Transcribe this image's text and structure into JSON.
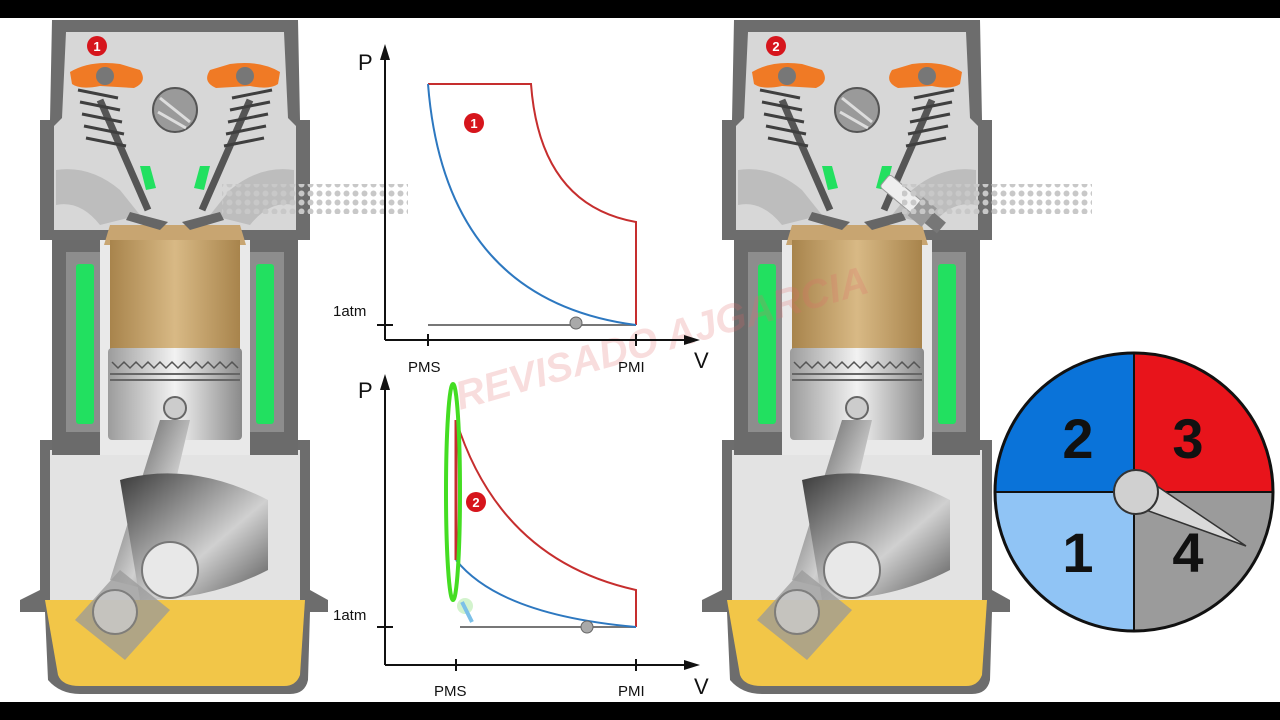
{
  "engine_left": {
    "badge": "1"
  },
  "engine_right": {
    "badge": "2"
  },
  "graph_top": {
    "p_label": "P",
    "v_label": "V",
    "atm_label": "1atm",
    "pms_label": "PMS",
    "pmi_label": "PMI",
    "badge": "1"
  },
  "graph_bottom": {
    "p_label": "P",
    "v_label": "V",
    "atm_label": "1atm",
    "pms_label": "PMS",
    "pmi_label": "PMI",
    "badge": "2"
  },
  "watermark": "REVISADO AJGARCIA",
  "dial": {
    "q1": "1",
    "q2": "2",
    "q3": "3",
    "q4": "4",
    "colors": {
      "q1": "#90c4f5",
      "q2": "#0a73d9",
      "q3": "#e8141b",
      "q4": "#9b9b9b"
    }
  },
  "colors": {
    "badge": "#d6151c",
    "rocker": "#f07a25",
    "coolant": "#22e060",
    "oil": "#f2c648",
    "mixture": "#c8a571",
    "curve_blue": "#2d78c0",
    "curve_red": "#c62e2e",
    "ring_green": "#44dd22"
  }
}
